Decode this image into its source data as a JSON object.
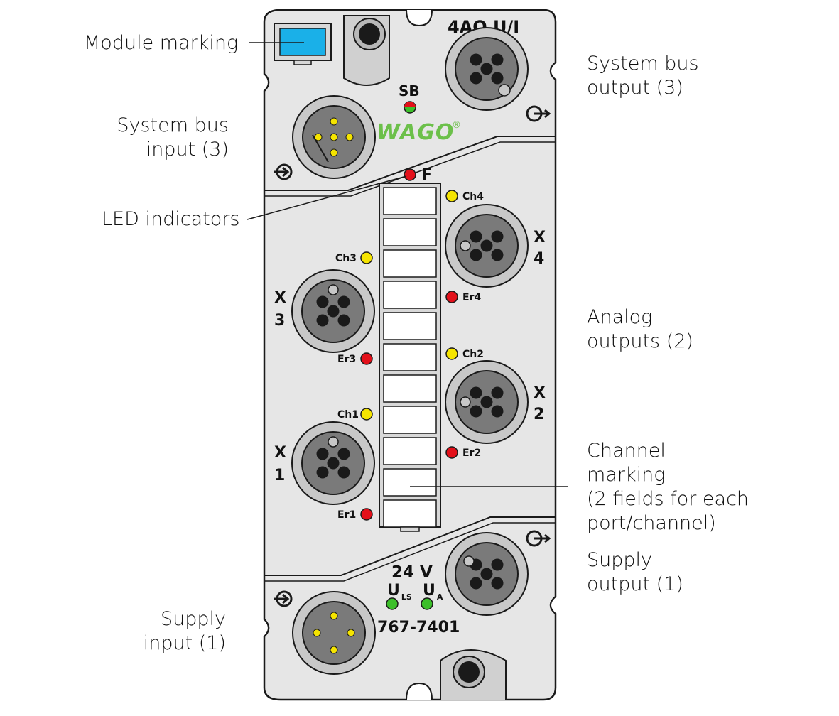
{
  "callouts": {
    "module_marking": "Module marking",
    "system_bus_input": [
      "System bus",
      "input (3)"
    ],
    "led_indicators": "LED indicators",
    "supply_input": [
      "Supply",
      "input (1)"
    ],
    "system_bus_output": [
      "System bus",
      "output (3)"
    ],
    "analog_outputs": [
      "Analog",
      "outputs (2)"
    ],
    "channel_marking": [
      "Channel",
      "marking",
      "(2 fields for each",
      "port/channel)"
    ],
    "supply_output": [
      "Supply",
      "output (1)"
    ]
  },
  "device": {
    "model_label": "4AO U/I",
    "order_number": "767-7401",
    "brand": "WAGO",
    "brand_mark": "®",
    "sb_label": "SB",
    "f_label": "F",
    "voltage": "24 V",
    "uls_main": "U",
    "uls_sub": "LS",
    "ua_main": "U",
    "ua_sub": "A",
    "channel_leds": {
      "ch1": "Ch1",
      "ch2": "Ch2",
      "ch3": "Ch3",
      "ch4": "Ch4",
      "er1": "Er1",
      "er2": "Er2",
      "er3": "Er3",
      "er4": "Er4"
    },
    "ports": {
      "x1": [
        "X",
        "1"
      ],
      "x2": [
        "X",
        "2"
      ],
      "x3": [
        "X",
        "3"
      ],
      "x4": [
        "X",
        "4"
      ]
    }
  },
  "colors": {
    "housing": "#e6e6e6",
    "outline": "#1a1a1a",
    "connector_ring": "#c8c8c8",
    "connector_core": "#7a7a7a",
    "led_yellow": "#f5e400",
    "led_red": "#e3101a",
    "led_green": "#3cbf2a",
    "module_marking": "#1ab0e8",
    "wago_green": "#6cc04a"
  }
}
